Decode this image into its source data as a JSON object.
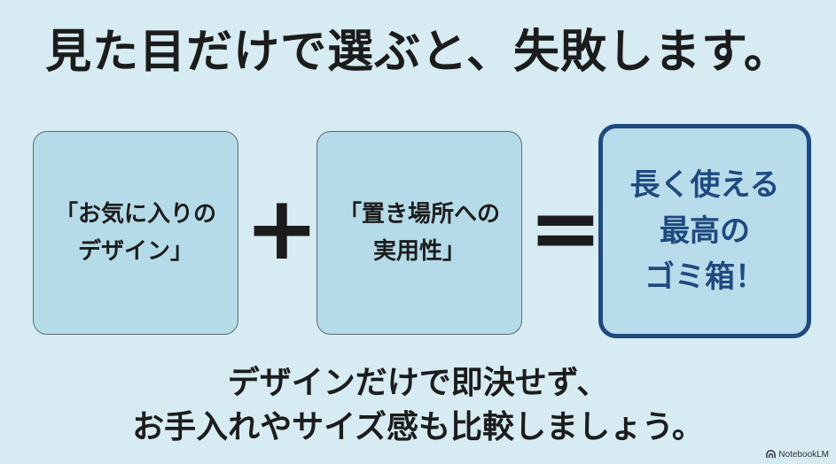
{
  "title": "見た目だけで選ぶと、失敗します。",
  "equation": {
    "box_a": "「お気に入りの\nデザイン」",
    "plus": "+",
    "box_b": "「置き場所への\n実用性」",
    "equals": "=",
    "result": "長く使える\n最高の\nゴミ箱！"
  },
  "bottom_text": "デザインだけで即決せず、\nお手入れやサイズ感も比較しましょう。",
  "brand": {
    "icon": "notebooklm-icon",
    "label": "NotebookLM"
  },
  "colors": {
    "background": "#d6ebf2",
    "box_fill": "#b5dbe8",
    "accent": "#1f4a80"
  }
}
